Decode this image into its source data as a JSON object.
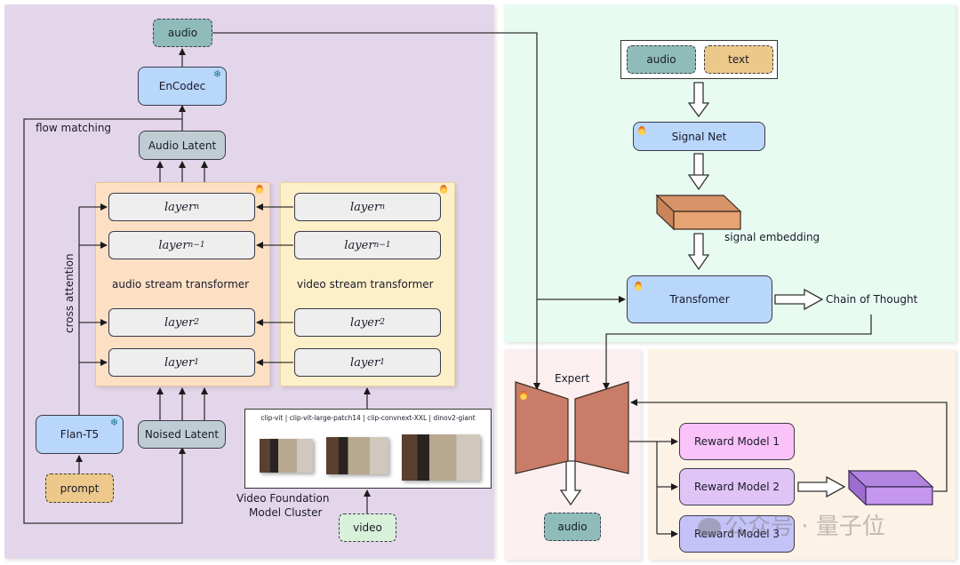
{
  "left_panel": {
    "audio_output": "audio",
    "encodec": "EnCodec",
    "flow_matching": "flow matching",
    "audio_latent": "Audio Latent",
    "cross_attention": "cross attention",
    "audio_stream_label": "audio stream transformer",
    "video_stream_label": "video stream transformer",
    "layers": [
      {
        "base": "layer",
        "sub": "n"
      },
      {
        "base": "layer",
        "sub": "n−1"
      },
      {
        "base": "layer",
        "sub": "2"
      },
      {
        "base": "layer",
        "sub": "1"
      }
    ],
    "flan_t5": "Flan-T5",
    "prompt": "prompt",
    "noised_latent": "Noised Latent",
    "vfm_models": "clip-vit | clip-vit-large-patch14 | clip-convnext-XXL | dinov2-giant",
    "vfm_label_line1": "Video Foundation",
    "vfm_label_line2": "Model Cluster",
    "video_input": "video"
  },
  "top_right_panel": {
    "input_audio": "audio",
    "input_text": "text",
    "signal_net": "Signal Net",
    "signal_embedding": "signal embedding",
    "transformer": "Transfomer",
    "chain_of_thought": "Chain of Thought"
  },
  "bottom_right": {
    "expert": "Expert",
    "audio_out": "audio",
    "reward_models": [
      "Reward Model 1",
      "Reward Model 2",
      "Reward Model 3"
    ]
  },
  "watermark": "公众号 · 量子位",
  "icons": {
    "trainable": "fire-icon",
    "frozen": "snowflake-icon"
  },
  "colors": {
    "left_bg": "#e4d6ea",
    "top_right_bg": "#e8fbf1",
    "expert_bg": "#fbefef",
    "reward_bg": "#fcf2e6",
    "blue_box": "#b9d6fb",
    "teal_box": "#8fbcb8",
    "gray_box": "#bfcdd3",
    "prompt_box": "#ecc98a",
    "video_box": "#d9f0d9",
    "audio_stream_bg": "#fde0c4",
    "video_stream_bg": "#fdf0c9",
    "expert_trap": "#c97d68",
    "reward1": "#f9c2f9",
    "reward2": "#e0c4f6",
    "reward3": "#c4c2f6"
  }
}
